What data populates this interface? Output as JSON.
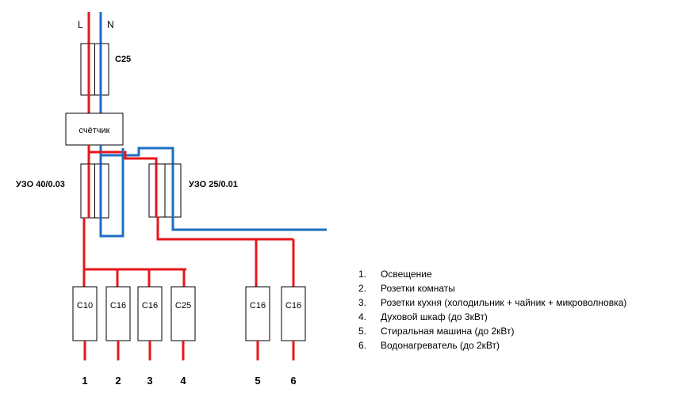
{
  "wires": {
    "phase_color": "#e8161b",
    "neutral_color": "#1e6fc1",
    "phase_label": "L",
    "neutral_label": "N"
  },
  "devices": {
    "main_breaker": "C25",
    "meter": "счётчик",
    "rcd1": "УЗО 40/0.03",
    "rcd2": "УЗО 25/0.01"
  },
  "breakers": [
    {
      "rating": "C10",
      "number": "1"
    },
    {
      "rating": "C16",
      "number": "2"
    },
    {
      "rating": "C16",
      "number": "3"
    },
    {
      "rating": "C25",
      "number": "4"
    },
    {
      "rating": "C16",
      "number": "5"
    },
    {
      "rating": "C16",
      "number": "6"
    }
  ],
  "legend": [
    {
      "n": "1.",
      "text": "Освещение"
    },
    {
      "n": "2.",
      "text": "Розетки комнаты"
    },
    {
      "n": "3.",
      "text": "Розетки кухня (холодильник + чайник + микроволновка)"
    },
    {
      "n": "4.",
      "text": "Духовой шкаф (до 3кВт)"
    },
    {
      "n": "5.",
      "text": "Стиральная машина (до 2кВт)"
    },
    {
      "n": "6.",
      "text": "Водонагреватель (до 2кВт)"
    }
  ]
}
